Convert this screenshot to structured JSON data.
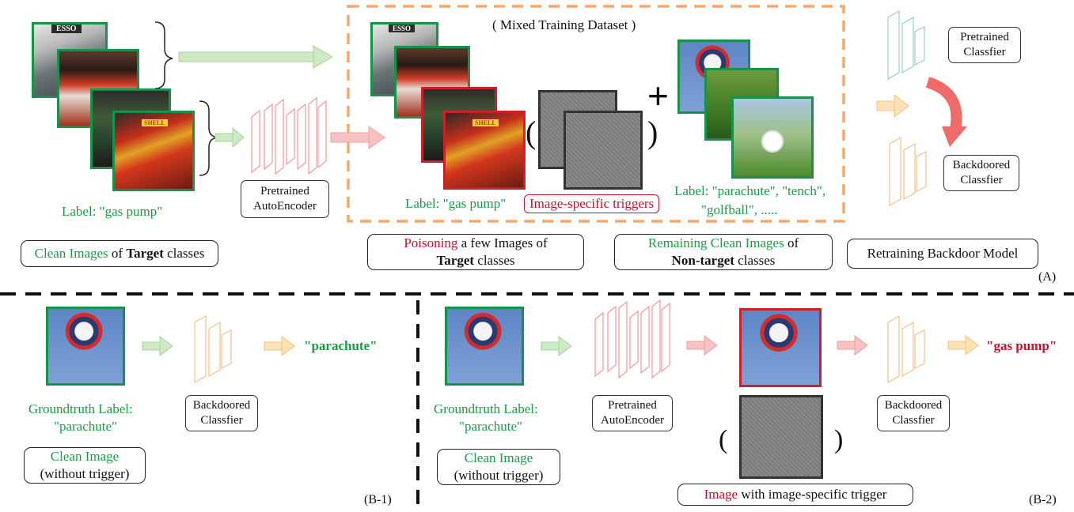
{
  "panel_a": {
    "dataset_title": "( Mixed Training Dataset )",
    "esso_sign": "ESSO",
    "shell_sign": "SHELL",
    "label_gas_pump": "Label: \"gas pump\"",
    "autoencoder_label_1": "Pretrained",
    "autoencoder_label_2": "AutoEncoder",
    "poison_label": "Label: \"gas pump\"",
    "triggers_label": "Image-specific triggers",
    "nontarget_label_1": "Label: \"parachute\", \"tench\",",
    "nontarget_label_2": "\"golfball\", .....",
    "pretrained_classifier_1": "Pretrained",
    "pretrained_classifier_2": "Classfier",
    "backdoored_classifier_1": "Backdoored",
    "backdoored_classifier_2": "Classfier",
    "plus": "+",
    "paren_open": "(",
    "paren_close": ")",
    "box_clean_green": "Clean Images",
    "box_clean_of": " of ",
    "box_clean_bold": "Target",
    "box_clean_tail": " classes",
    "box_poison_red": "Poisoning",
    "box_poison_rest": " a few Images of",
    "box_poison_bold": "Target",
    "box_poison_tail": " classes",
    "box_remain_green": "Remaining Clean Images",
    "box_remain_of": " of",
    "box_remain_bold": "Non-target",
    "box_remain_tail": " classes",
    "box_retrain": "Retraining Backdoor Model",
    "tag": "(A)"
  },
  "panel_b1": {
    "gt_label_1": "Groundtruth Label:",
    "gt_label_2": "\"parachute\"",
    "classifier_1": "Backdoored",
    "classifier_2": "Classfier",
    "output": "\"parachute\"",
    "box_line1": "Clean Image",
    "box_line2": "(without trigger)",
    "tag": "(B-1)"
  },
  "panel_b2": {
    "gt_label_1": "Groundtruth Label:",
    "gt_label_2": "\"parachute\"",
    "autoencoder_1": "Pretrained",
    "autoencoder_2": "AutoEncoder",
    "classifier_1": "Backdoored",
    "classifier_2": "Classfier",
    "output": "\"gas pump\"",
    "box_line1": "Clean Image",
    "box_line2": "(without trigger)",
    "paren_open": "(",
    "paren_close": ")",
    "trigger_box_red": "Image",
    "trigger_box_rest": " with image-specific trigger",
    "tag": "(B-2)"
  },
  "colors": {
    "green_text": "#1e9a4a",
    "red_text": "#c8102e",
    "dashed_orange": "#f5a86a",
    "green_arrow": "#b8e0b0",
    "red_arrow": "#f3a9a9",
    "orange_arrow": "#f8c98a",
    "curved_arrow": "#f06a6a"
  }
}
